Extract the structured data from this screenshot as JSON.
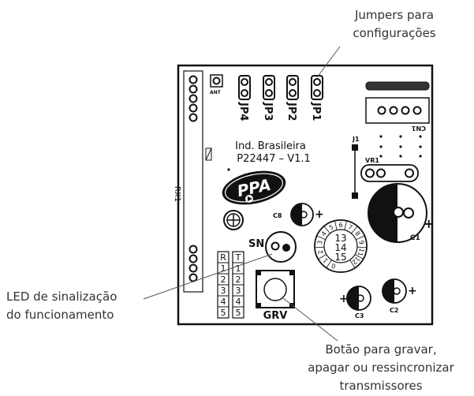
{
  "callouts": {
    "jumpers": [
      "Jumpers para",
      "configurações"
    ],
    "led": [
      "LED de sinalização",
      "do funcionamento"
    ],
    "button": [
      "Botão para gravar,",
      "apagar ou ressincronizar",
      "transmissores"
    ]
  },
  "board": {
    "ant": "ANT",
    "jumpers": [
      "JP4",
      "JP3",
      "JP2",
      "JP1"
    ],
    "cn1": "CN1",
    "j1": "J1",
    "vr1": "VR1",
    "rx1": "RX1",
    "manufacturer": "Ind. Brasileira",
    "model": "P22447 – V1.1",
    "logo": "PPA",
    "c8": "C8",
    "c1": "C1",
    "c2": "C2",
    "c3": "C3",
    "sn": "SN",
    "grv": "GRV",
    "plus": "+",
    "col_r": "R",
    "col_t": "T",
    "col_r_nums": [
      "1",
      "2",
      "3",
      "4",
      "5"
    ],
    "col_t_nums": [
      "1",
      "2",
      "3",
      "4",
      "5"
    ],
    "dial_outer": [
      "0",
      "1",
      "2",
      "3",
      "4",
      "5",
      "6",
      "7",
      "8",
      "9",
      "11",
      "12"
    ],
    "dial_inner": [
      "13",
      "14",
      "15"
    ]
  },
  "colors": {
    "ink": "#111111",
    "callout_text": "#333333",
    "board_bg": "#ffffff"
  }
}
